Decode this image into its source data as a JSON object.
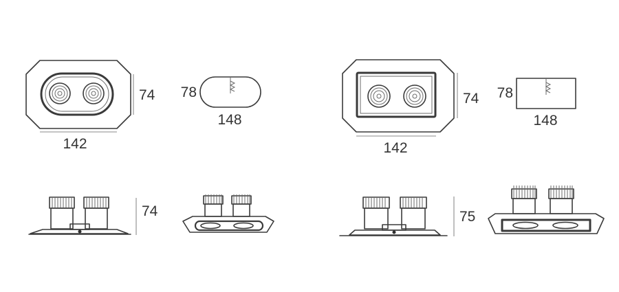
{
  "colors": {
    "line": "#3a3a3a",
    "dimension": "#8a8a8a",
    "text": "#333333",
    "background": "#ffffff"
  },
  "left_product": {
    "top_view": {
      "width_label": "142",
      "height_label": "74"
    },
    "cutout": {
      "depth_label": "78",
      "length_label": "148",
      "shape": "rounded-slot"
    },
    "side_view": {
      "height_label": "74"
    }
  },
  "right_product": {
    "top_view": {
      "width_label": "142",
      "height_label": "74"
    },
    "cutout": {
      "depth_label": "78",
      "length_label": "148",
      "shape": "rectangle"
    },
    "side_view": {
      "height_label": "75"
    }
  }
}
